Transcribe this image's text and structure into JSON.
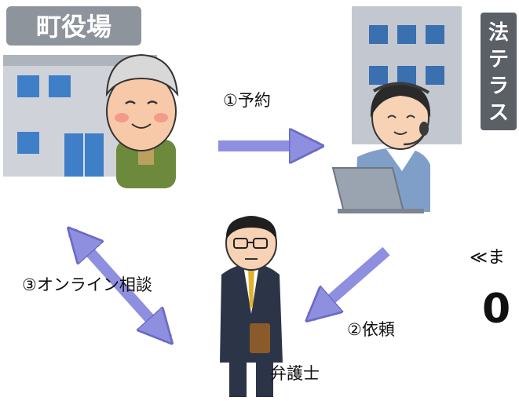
{
  "town_hall": {
    "sign": "町役場"
  },
  "houterasu": {
    "sign_chars": [
      "法",
      "テ",
      "ラ",
      "ス"
    ]
  },
  "steps": {
    "reserve": "①予約",
    "request": "②依頼",
    "online": "③オンライン相談"
  },
  "lawyer": {
    "label": "弁護士"
  },
  "cut_text": {
    "line1": "≪ま",
    "line2": "0"
  },
  "colors": {
    "arrow_fill": "#8f8fe0",
    "arrow_stroke": "#6a6ac8",
    "building_gray": "#c9ced6",
    "window_blue": "#3f7fc7"
  }
}
